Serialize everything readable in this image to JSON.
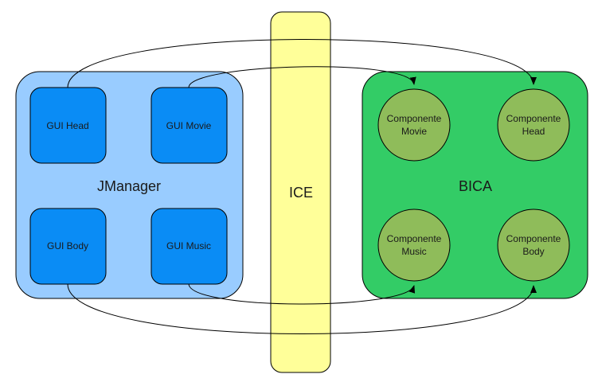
{
  "jmanager": {
    "label": "JManager",
    "color": "#99ccff",
    "gui_color": "#0a8cf5",
    "guis": [
      {
        "id": "head",
        "label": "GUI Head"
      },
      {
        "id": "movie",
        "label": "GUI Movie"
      },
      {
        "id": "body",
        "label": "GUI Body"
      },
      {
        "id": "music",
        "label": "GUI Music"
      }
    ]
  },
  "ice": {
    "label": "ICE",
    "color": "#ffff99"
  },
  "bica": {
    "label": "BICA",
    "color": "#33cc66",
    "component_color": "#8fbc5a",
    "components": [
      {
        "id": "movie",
        "line1": "Componente",
        "line2": "Movie"
      },
      {
        "id": "head",
        "line1": "Componente",
        "line2": "Head"
      },
      {
        "id": "music",
        "line1": "Componente",
        "line2": "Music"
      },
      {
        "id": "body",
        "line1": "Componente",
        "line2": "Body"
      }
    ]
  },
  "connections": [
    {
      "from": "GUI Head",
      "to": "Componente Head"
    },
    {
      "from": "GUI Movie",
      "to": "Componente Movie"
    },
    {
      "from": "GUI Body",
      "to": "Componente Body"
    },
    {
      "from": "GUI Music",
      "to": "Componente Music"
    }
  ]
}
